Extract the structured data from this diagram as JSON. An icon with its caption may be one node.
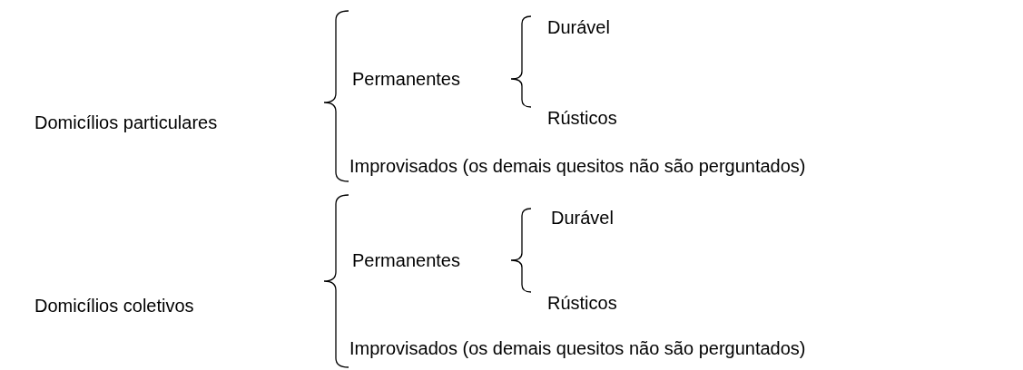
{
  "diagram": {
    "labels": [
      "Durável",
      "Permanentes",
      "Domicílios particulares",
      "Rústicos",
      "Improvisados (os demais quesitos não são perguntados)",
      "Durável",
      "Permanentes",
      "Domicílios coletivos",
      "Rústicos",
      "Improvisados (os demais quesitos não são perguntados)"
    ]
  }
}
